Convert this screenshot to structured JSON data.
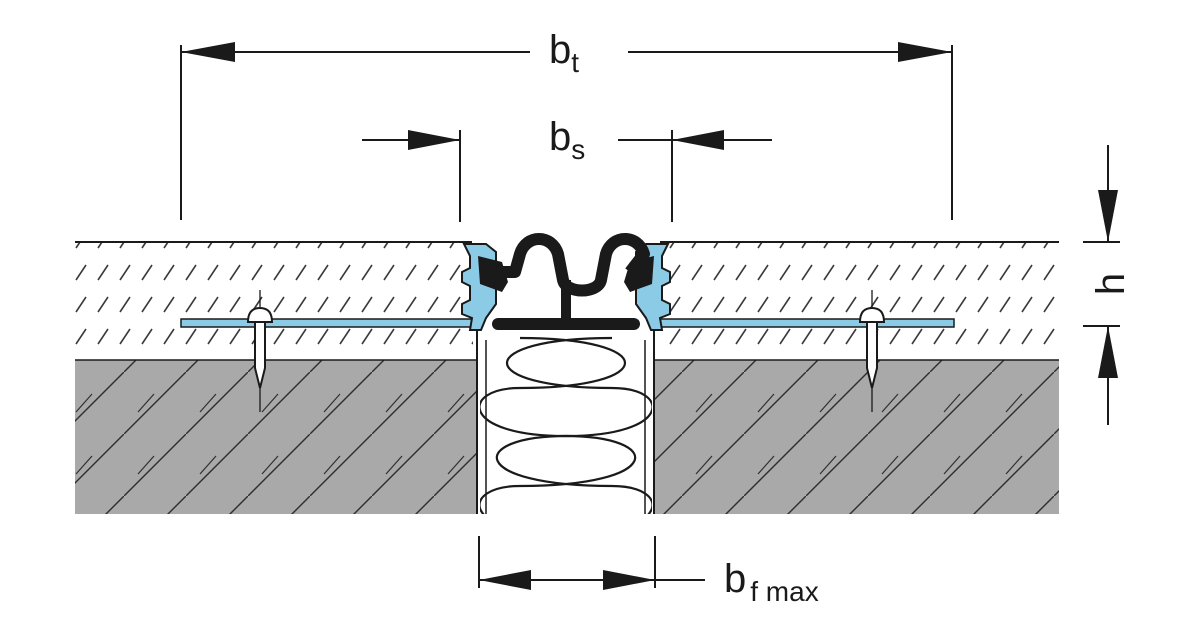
{
  "dimensions": {
    "bt": {
      "main": "b",
      "sub": "t"
    },
    "bs": {
      "main": "b",
      "sub": "s"
    },
    "h": {
      "main": "h"
    },
    "bf": {
      "main": "b",
      "sub": "f max"
    }
  },
  "colors": {
    "line": "#1a1a1a",
    "screed_fill": "#ffffff",
    "concrete_fill": "#a9a9a9",
    "profile_blue": "#8ccbe6",
    "profile_black": "#1a1a1a",
    "hatch": "#333333"
  }
}
